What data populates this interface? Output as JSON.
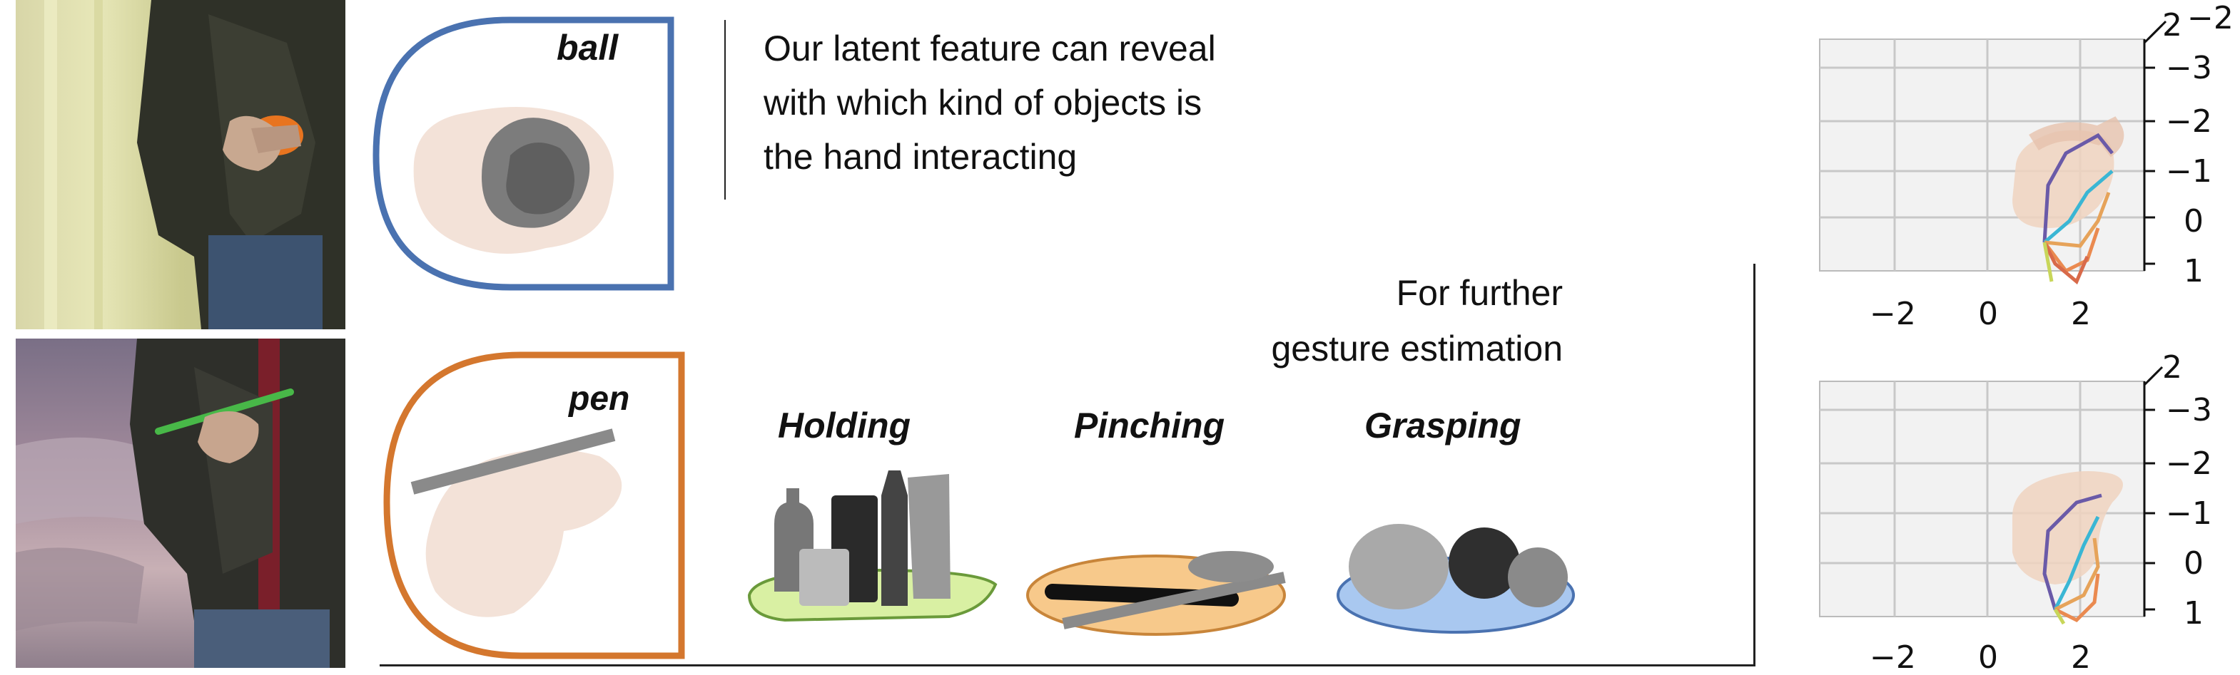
{
  "objects": {
    "ball_label": "ball",
    "pen_label": "pen"
  },
  "caption": {
    "line1": "Our latent feature can reveal",
    "line2": "with which kind of objects is",
    "line3": "the hand interacting"
  },
  "further": {
    "line1": "For further",
    "line2": "gesture estimation"
  },
  "gestures": [
    {
      "label": "Holding",
      "plate_color": "#d9f0a3"
    },
    {
      "label": "Pinching",
      "plate_color": "#f7c98b"
    },
    {
      "label": "Grasping",
      "plate_color": "#a9c8f0"
    }
  ],
  "plots": [
    {
      "x_ticks": [
        "−2",
        "0",
        "2"
      ],
      "y_ticks": [
        "−3",
        "−2",
        "−1",
        "0",
        "1"
      ],
      "corner_ticks": "2",
      "corner_ticks2": "−2"
    },
    {
      "x_ticks": [
        "−2",
        "0",
        "2"
      ],
      "y_ticks": [
        "−3",
        "−2",
        "−1",
        "0",
        "1"
      ],
      "corner_ticks": "2",
      "corner_ticks2": ""
    }
  ],
  "colors": {
    "ball_frame": "#4a72b0",
    "pen_frame": "#d4772e",
    "skin": "#f3e2d8"
  }
}
